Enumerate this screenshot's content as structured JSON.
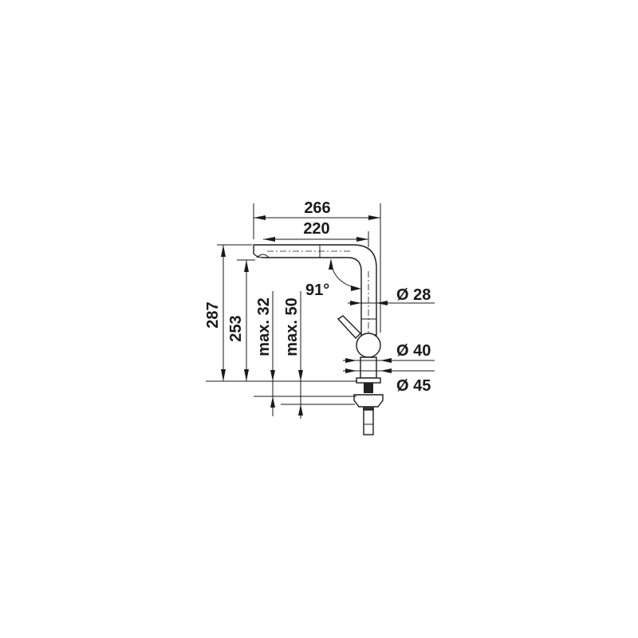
{
  "drawing": {
    "dimensions": {
      "overall_width": "266",
      "spout_reach": "220",
      "overall_height": "287",
      "spout_height": "253",
      "max_counter_thickness_1": "max. 32",
      "max_counter_thickness_2": "max. 50",
      "swivel_angle": "91°",
      "spout_diameter": "Ø 28",
      "body_diameter": "Ø 40",
      "base_diameter": "Ø 45"
    }
  }
}
